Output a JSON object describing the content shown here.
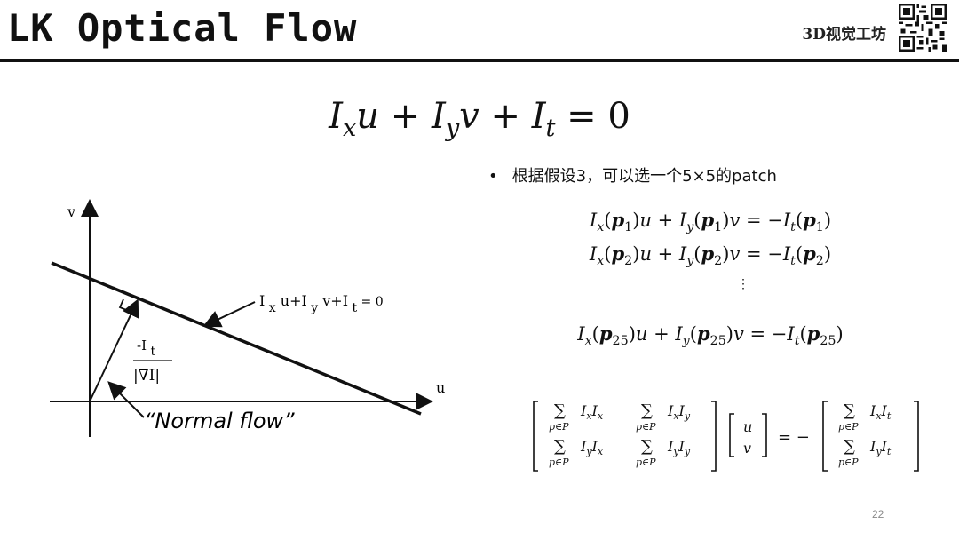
{
  "slide": {
    "title": "LK Optical Flow",
    "brand": "3D视觉工坊",
    "page_number": "22"
  },
  "main_equation": {
    "terms": [
      "I",
      "x",
      "u + ",
      "I",
      "y",
      "v + ",
      "I",
      "t",
      " = 0"
    ]
  },
  "bullet": {
    "text": "根据假设3，可以选一个5×5的patch"
  },
  "system": {
    "rows": [
      {
        "p": "p",
        "sub": "1",
        "rhs_sub": "1"
      },
      {
        "p": "p",
        "sub": "2",
        "rhs_sub": "2"
      },
      {
        "p": "p",
        "sub": "25",
        "rhs_sub": "25"
      }
    ],
    "vdots": "⋮"
  },
  "diagram": {
    "axis_v": "v",
    "axis_u": "u",
    "constraint_label": "I x u+I y v+I t = 0",
    "distance_num": "-I t",
    "distance_den": "|∇I|",
    "normal_flow_label": "“Normal flow”"
  },
  "matrix": {
    "sum_sub": "p∈P",
    "entries": [
      "IxIx",
      "IxIy",
      "IyIx",
      "IyIy"
    ],
    "vec": [
      "u",
      "v"
    ],
    "rhs": [
      "IxIt",
      "IyIt"
    ],
    "eq": "= −"
  },
  "colors": {
    "text": "#111111",
    "rule": "#111111",
    "page_number": "#888888"
  }
}
